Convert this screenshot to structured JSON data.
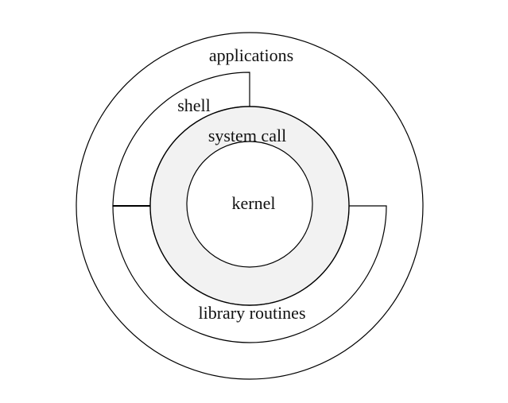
{
  "diagram": {
    "labels": {
      "applications": "applications",
      "shell": "shell",
      "system_call": "system call",
      "kernel": "kernel",
      "library_routines": "library routines"
    }
  },
  "colors": {
    "stroke": "#000000",
    "system_call_fill": "#f2f2f2",
    "kernel_fill": "#ffffff",
    "background": "#ffffff",
    "text": "#111111"
  }
}
